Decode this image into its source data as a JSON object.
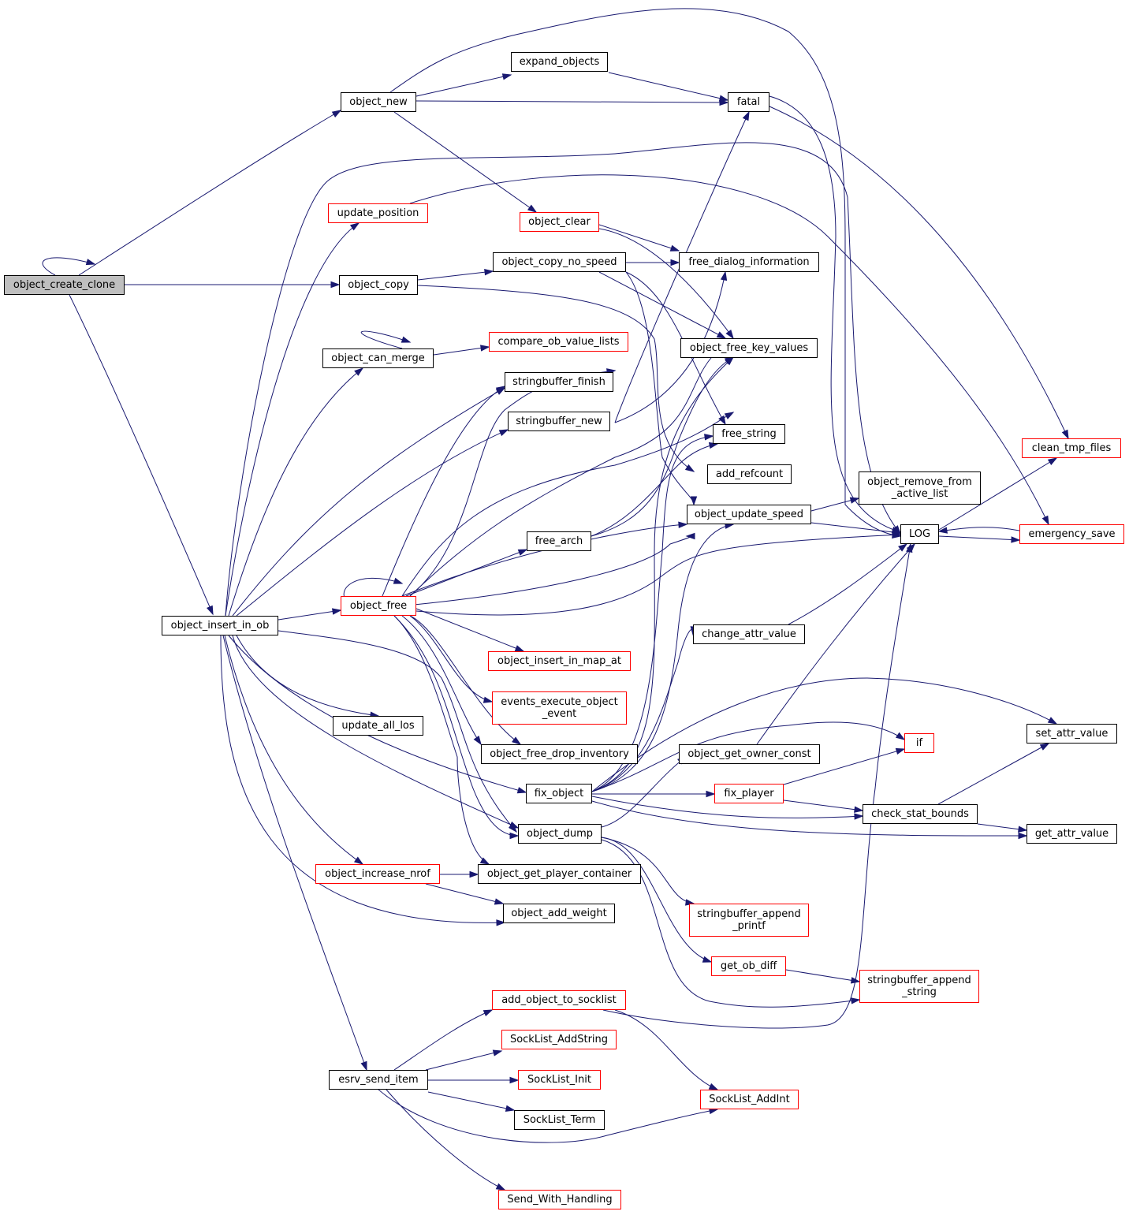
{
  "colors": {
    "edge": "#191970",
    "partial_border": "#ff0000",
    "full_border": "#000000",
    "root_fill": "#bfbfbf"
  },
  "nodes": {
    "object_create_clone": {
      "label": "object_create_clone",
      "kind": "root"
    },
    "object_new": {
      "label": "object_new",
      "kind": "full"
    },
    "expand_objects": {
      "label": "expand_objects",
      "kind": "full"
    },
    "fatal": {
      "label": "fatal",
      "kind": "full"
    },
    "update_position": {
      "label": "update_position",
      "kind": "partial"
    },
    "object_clear": {
      "label": "object_clear",
      "kind": "partial"
    },
    "object_copy_no_speed": {
      "label": "object_copy_no_speed",
      "kind": "full"
    },
    "free_dialog_information": {
      "label": "free_dialog_information",
      "kind": "full"
    },
    "object_copy": {
      "label": "object_copy",
      "kind": "full"
    },
    "object_can_merge": {
      "label": "object_can_merge",
      "kind": "full"
    },
    "compare_ob_value_lists": {
      "label": "compare_ob_value_lists",
      "kind": "partial"
    },
    "object_free_key_values": {
      "label": "object_free_key_values",
      "kind": "full"
    },
    "stringbuffer_finish": {
      "label": "stringbuffer_finish",
      "kind": "full"
    },
    "stringbuffer_new": {
      "label": "stringbuffer_new",
      "kind": "full"
    },
    "free_string": {
      "label": "free_string",
      "kind": "full"
    },
    "clean_tmp_files": {
      "label": "clean_tmp_files",
      "kind": "partial"
    },
    "add_refcount": {
      "label": "add_refcount",
      "kind": "full"
    },
    "object_remove_from_active_list": {
      "label": "object_remove_from\n_active_list",
      "kind": "full"
    },
    "object_update_speed": {
      "label": "object_update_speed",
      "kind": "full"
    },
    "LOG": {
      "label": "LOG",
      "kind": "full"
    },
    "emergency_save": {
      "label": "emergency_save",
      "kind": "partial"
    },
    "free_arch": {
      "label": "free_arch",
      "kind": "full"
    },
    "object_free": {
      "label": "object_free",
      "kind": "partial"
    },
    "object_insert_in_ob": {
      "label": "object_insert_in_ob",
      "kind": "full"
    },
    "change_attr_value": {
      "label": "change_attr_value",
      "kind": "full"
    },
    "object_insert_in_map_at": {
      "label": "object_insert_in_map_at",
      "kind": "partial"
    },
    "events_execute_object_event": {
      "label": "events_execute_object\n_event",
      "kind": "partial"
    },
    "update_all_los": {
      "label": "update_all_los",
      "kind": "full"
    },
    "set_attr_value": {
      "label": "set_attr_value",
      "kind": "full"
    },
    "if": {
      "label": "if",
      "kind": "partial"
    },
    "object_get_owner_const": {
      "label": "object_get_owner_const",
      "kind": "full"
    },
    "object_free_drop_inventory": {
      "label": "object_free_drop_inventory",
      "kind": "full"
    },
    "fix_object": {
      "label": "fix_object",
      "kind": "full"
    },
    "fix_player": {
      "label": "fix_player",
      "kind": "partial"
    },
    "check_stat_bounds": {
      "label": "check_stat_bounds",
      "kind": "full"
    },
    "object_dump": {
      "label": "object_dump",
      "kind": "full"
    },
    "get_attr_value": {
      "label": "get_attr_value",
      "kind": "full"
    },
    "object_increase_nrof": {
      "label": "object_increase_nrof",
      "kind": "partial"
    },
    "object_get_player_container": {
      "label": "object_get_player_container",
      "kind": "full"
    },
    "object_add_weight": {
      "label": "object_add_weight",
      "kind": "full"
    },
    "stringbuffer_append_printf": {
      "label": "stringbuffer_append\n_printf",
      "kind": "partial"
    },
    "get_ob_diff": {
      "label": "get_ob_diff",
      "kind": "partial"
    },
    "stringbuffer_append_string": {
      "label": "stringbuffer_append\n_string",
      "kind": "partial"
    },
    "add_object_to_socklist": {
      "label": "add_object_to_socklist",
      "kind": "partial"
    },
    "SockList_AddString": {
      "label": "SockList_AddString",
      "kind": "partial"
    },
    "esrv_send_item": {
      "label": "esrv_send_item",
      "kind": "full"
    },
    "SockList_Init": {
      "label": "SockList_Init",
      "kind": "partial"
    },
    "SockList_AddInt": {
      "label": "SockList_AddInt",
      "kind": "partial"
    },
    "SockList_Term": {
      "label": "SockList_Term",
      "kind": "full"
    },
    "Send_With_Handling": {
      "label": "Send_With_Handling",
      "kind": "partial"
    }
  }
}
